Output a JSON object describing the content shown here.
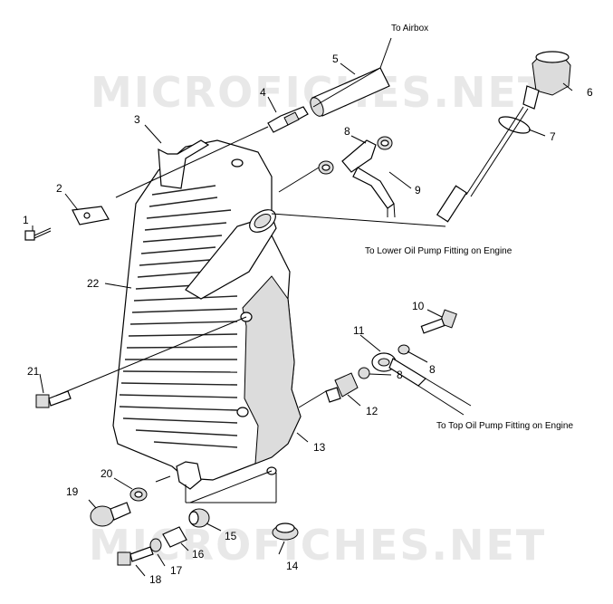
{
  "watermarks": [
    "MICROFICHES.NET",
    "MICROFICHES.NET"
  ],
  "notes": {
    "to_airbox": "To Airbox",
    "to_lower_pump": "To Lower Oil Pump Fitting on Engine",
    "to_top_pump": "To Top Oil Pump Fitting on Engine"
  },
  "callouts": {
    "c1": "1",
    "c2": "2",
    "c3": "3",
    "c4": "4",
    "c5": "5",
    "c6": "6",
    "c7": "7",
    "c8a": "8",
    "c8b": "8",
    "c8c": "8",
    "c9": "9",
    "c10": "10",
    "c11": "11",
    "c12": "12",
    "c13": "13",
    "c14": "14",
    "c15": "15",
    "c16": "16",
    "c17": "17",
    "c18": "18",
    "c19": "19",
    "c20": "20",
    "c21": "21",
    "c22": "22"
  }
}
